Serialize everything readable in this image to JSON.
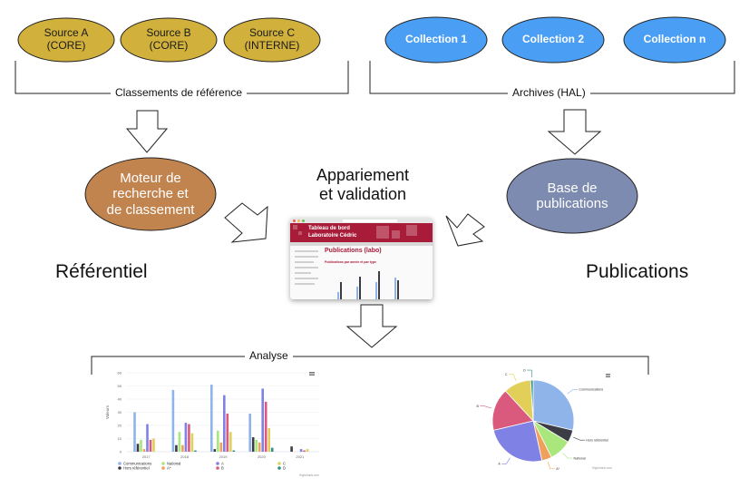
{
  "top_left_group": {
    "sources": [
      {
        "label": "Source A\n(CORE)"
      },
      {
        "label": "Source B\n(CORE)"
      },
      {
        "label": "Source C\n(INTERNE)"
      }
    ],
    "bracket_label": "Classements de référence"
  },
  "top_right_group": {
    "collections": [
      {
        "label": "Collection 1"
      },
      {
        "label": "Collection 2"
      },
      {
        "label": "Collection n"
      }
    ],
    "bracket_label": "Archives (HAL)"
  },
  "middle": {
    "engine_label": "Moteur de\nrecherche et\nde classement",
    "database_label": "Base de\npublications",
    "matching_label": "Appariement\net validation",
    "left_section_title": "Référentiel",
    "right_section_title": "Publications",
    "dashboard_screenshot": {
      "banner_title_line1": "Tableau de bord",
      "banner_title_line2": "Laboratoire Cédric",
      "page_title": "Publications (labo)",
      "section_title": "Publications par année et par type"
    }
  },
  "analysis": {
    "bracket_label": "Analyse",
    "credit": "Highcharts.com",
    "menu_icon": "hamburger-menu-icon"
  },
  "colors": {
    "source_oval": "#d1b13c",
    "collection_oval": "#4a9ff5",
    "engine_oval": "#c1844f",
    "database_oval": "#7d8bb0",
    "dashboard_banner": "#a81c3a"
  },
  "chart_data": [
    {
      "type": "bar",
      "title": "",
      "xlabel": "",
      "ylabel": "Valeurs",
      "ylim": [
        0,
        60
      ],
      "yticks": [
        0,
        10,
        20,
        30,
        40,
        50,
        60
      ],
      "grid": true,
      "legend": "bottom",
      "categories": [
        "2017",
        "2018",
        "2019",
        "2020",
        "2021"
      ],
      "series": [
        {
          "name": "Communications",
          "color": "#8fb4ea",
          "values": [
            30,
            47,
            51,
            29,
            0
          ]
        },
        {
          "name": "Hors référentiel",
          "color": "#3c3c44",
          "values": [
            6,
            5,
            2,
            11,
            4
          ]
        },
        {
          "name": "National",
          "color": "#a9e67c",
          "values": [
            9,
            15,
            16,
            9,
            0
          ]
        },
        {
          "name": "A*",
          "color": "#efa05a",
          "values": [
            2,
            5,
            7,
            7,
            0
          ]
        },
        {
          "name": "A",
          "color": "#7f81e4",
          "values": [
            21,
            22,
            43,
            48,
            2
          ]
        },
        {
          "name": "B",
          "color": "#d95a7c",
          "values": [
            9,
            21,
            29,
            38,
            1
          ]
        },
        {
          "name": "C",
          "color": "#e2cf59",
          "values": [
            10,
            14,
            15,
            18,
            2
          ]
        },
        {
          "name": "D",
          "color": "#2f8f89",
          "values": [
            0,
            1,
            1,
            3,
            0
          ]
        }
      ]
    },
    {
      "type": "pie",
      "title": "",
      "legend": "none",
      "slices": [
        {
          "label": "Communications",
          "value": 29,
          "color": "#8fb4ea"
        },
        {
          "label": "Hors référentiel",
          "value": 5,
          "color": "#3c3c44"
        },
        {
          "label": "National",
          "value": 9,
          "color": "#a9e67c"
        },
        {
          "label": "A*",
          "value": 4,
          "color": "#efa05a"
        },
        {
          "label": "A",
          "value": 25,
          "color": "#7f81e4"
        },
        {
          "label": "B",
          "value": 17,
          "color": "#d95a7c"
        },
        {
          "label": "C",
          "value": 11,
          "color": "#e2cf59"
        },
        {
          "label": "D",
          "value": 1,
          "color": "#2f8f89"
        }
      ]
    }
  ]
}
